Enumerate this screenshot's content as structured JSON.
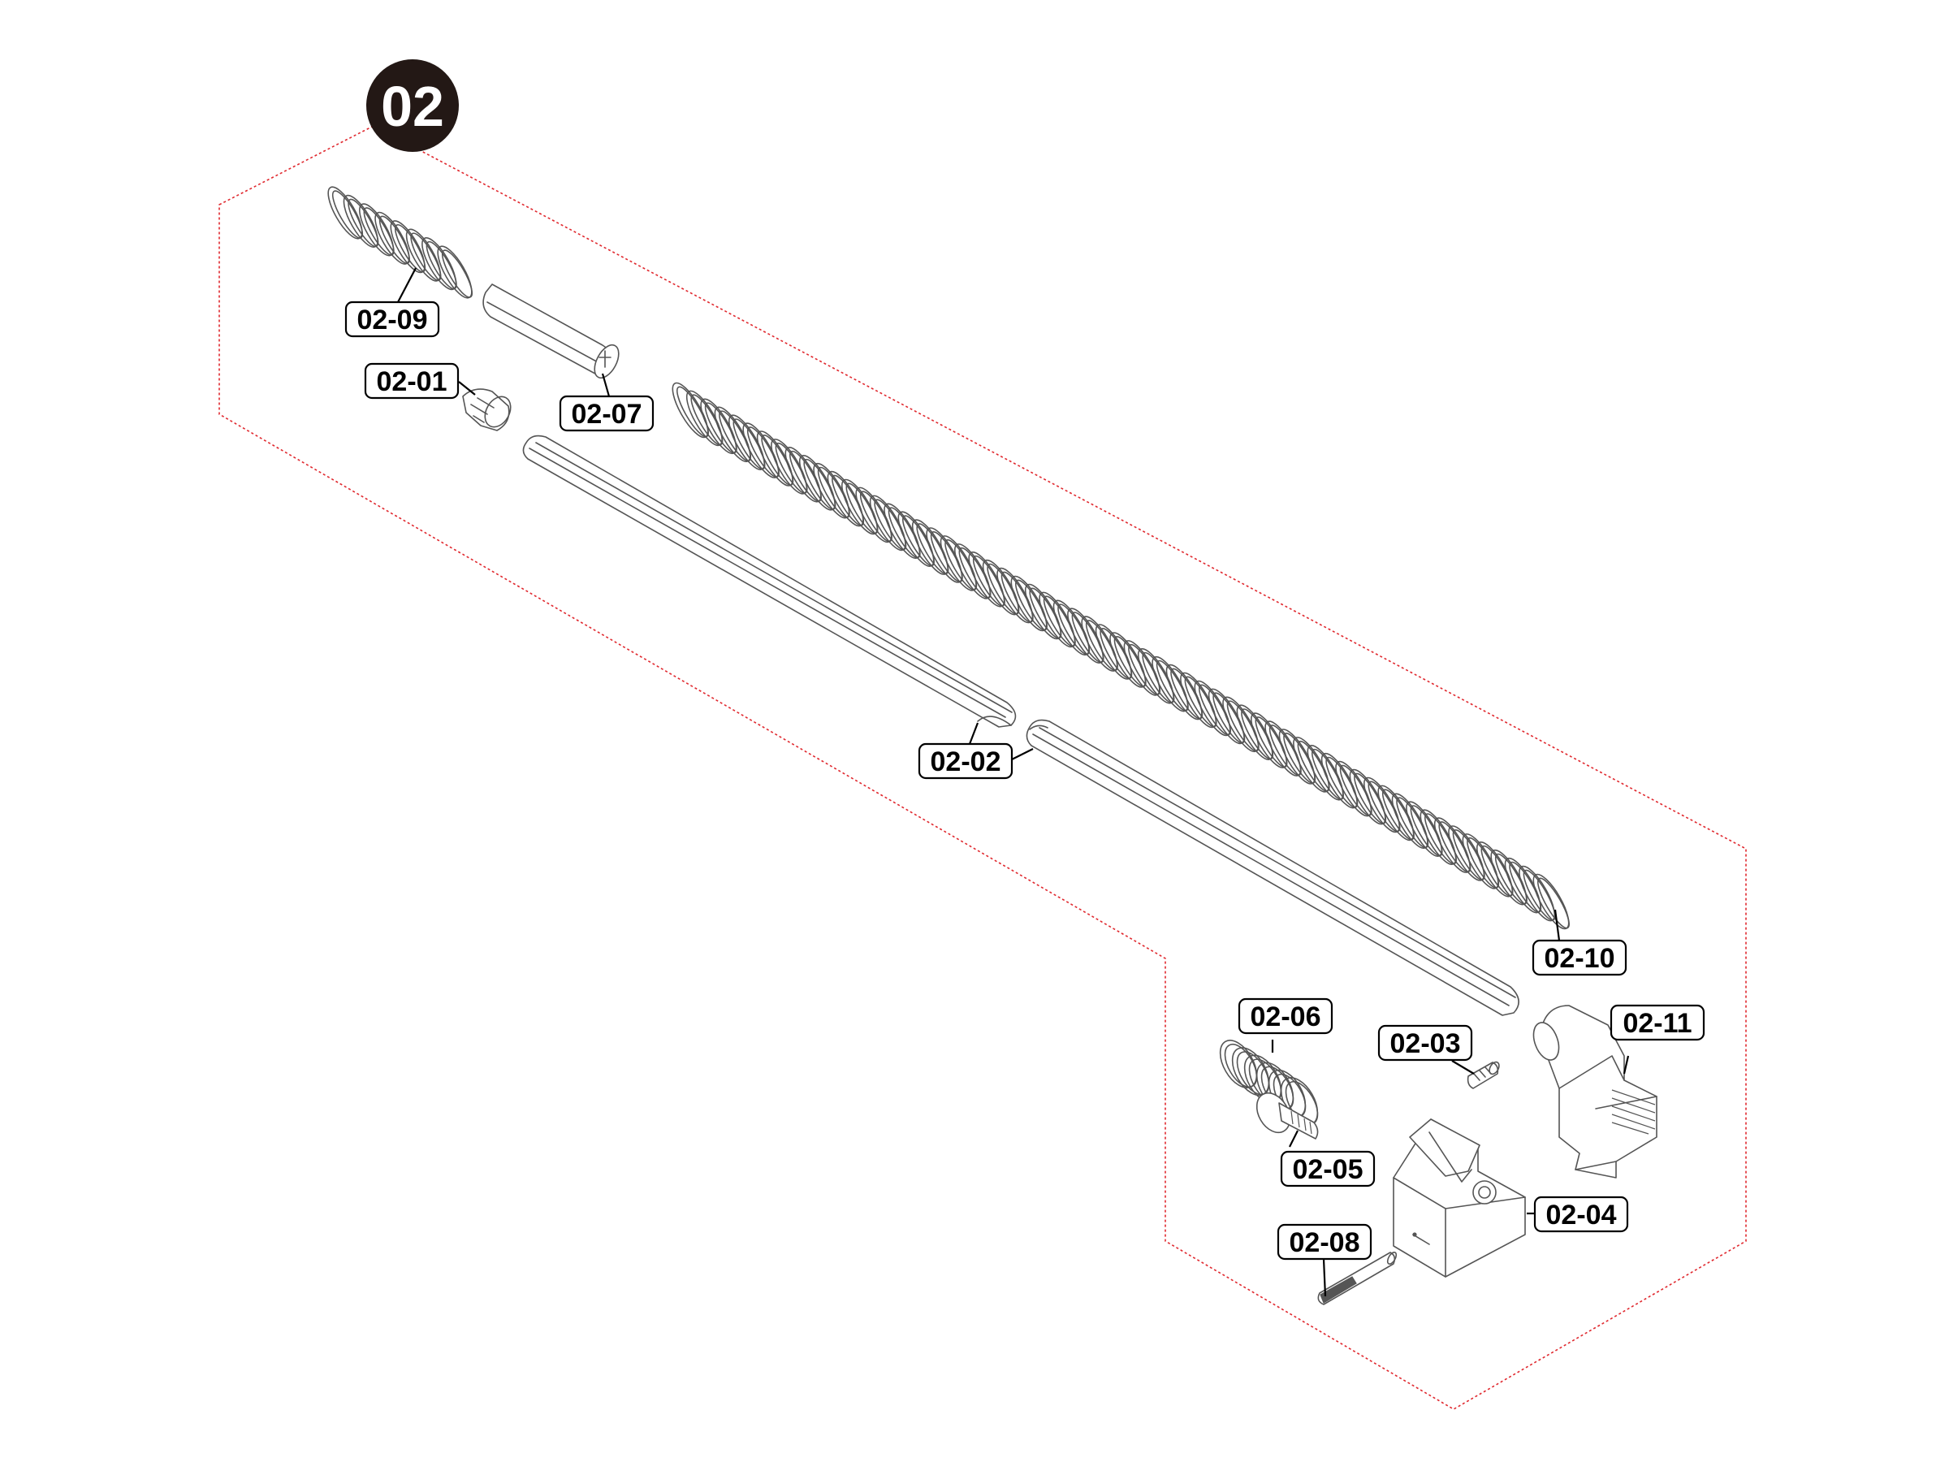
{
  "group": {
    "badge_label": "02",
    "outline_color": "#e0282e",
    "badge_color": "#231815"
  },
  "callouts": {
    "c0209": "02-09",
    "c0201": "02-01",
    "c0207": "02-07",
    "c0202": "02-02",
    "c0210": "02-10",
    "c0206": "02-06",
    "c0203": "02-03",
    "c0211": "02-11",
    "c0205": "02-05",
    "c0204": "02-04",
    "c0208": "02-08"
  }
}
